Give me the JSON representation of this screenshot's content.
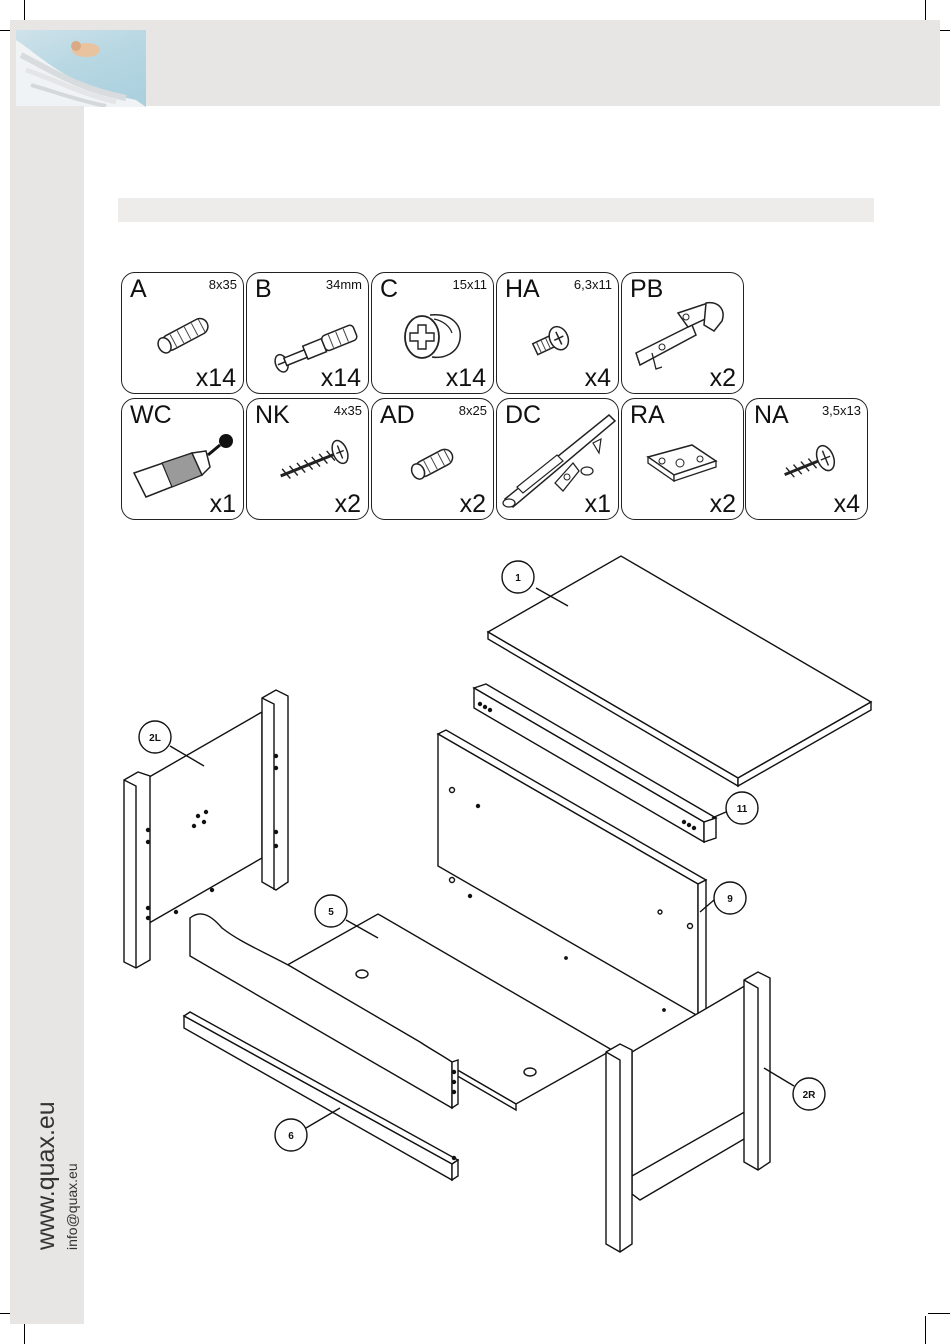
{
  "brand": {
    "website": "www.quax.eu",
    "email": "info@quax.eu"
  },
  "parts": [
    {
      "code": "A",
      "size": "8x35",
      "qty": "x14",
      "icon": "wood-dowel-icon"
    },
    {
      "code": "B",
      "size": "34mm",
      "qty": "x14",
      "icon": "cam-bolt-icon"
    },
    {
      "code": "C",
      "size": "15x11",
      "qty": "x14",
      "icon": "cam-lock-icon"
    },
    {
      "code": "HA",
      "size": "6,3x11",
      "qty": "x4",
      "icon": "hinge-screw-icon"
    },
    {
      "code": "PB",
      "size": "",
      "qty": "x2",
      "icon": "hinge-icon"
    },
    {
      "code": "WC",
      "size": "",
      "qty": "x1",
      "icon": "glue-tube-icon"
    },
    {
      "code": "NK",
      "size": "4x35",
      "qty": "x2",
      "icon": "wood-screw-icon"
    },
    {
      "code": "AD",
      "size": "8x25",
      "qty": "x2",
      "icon": "wood-dowel-icon"
    },
    {
      "code": "DC",
      "size": "",
      "qty": "x1",
      "icon": "damper-stay-icon"
    },
    {
      "code": "RA",
      "size": "",
      "qty": "x2",
      "icon": "mounting-plate-icon"
    },
    {
      "code": "NA",
      "size": "3,5x13",
      "qty": "x4",
      "icon": "small-screw-icon"
    }
  ],
  "callouts": [
    "1",
    "2L",
    "11",
    "9",
    "5",
    "6",
    "2R"
  ]
}
